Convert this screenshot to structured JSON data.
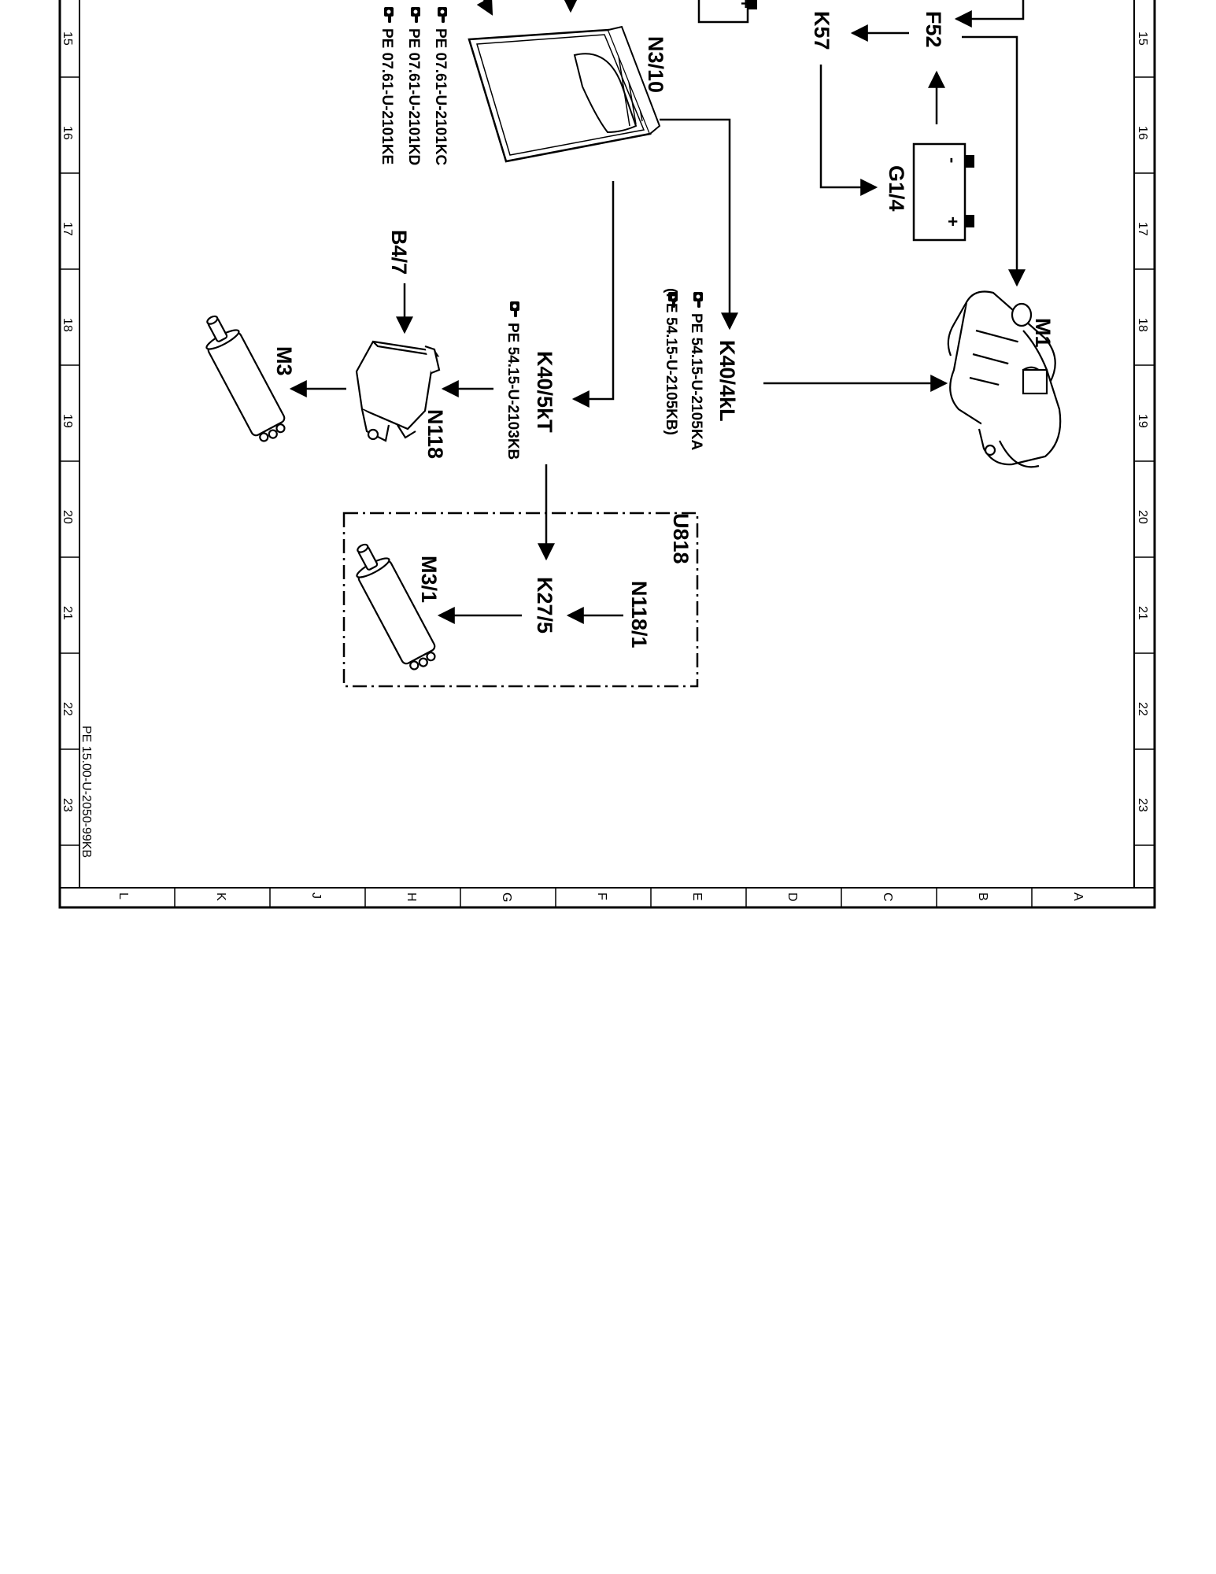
{
  "frame": {
    "row_numbers": [
      "15",
      "16",
      "17",
      "18",
      "19",
      "20",
      "21",
      "22",
      "23"
    ],
    "column_letters": [
      "L",
      "K",
      "J",
      "H",
      "G",
      "F",
      "E",
      "D",
      "C",
      "B",
      "A"
    ],
    "doc_number": "PE 15.00-U-2050-99KB"
  },
  "components": {
    "n3_10": "N3/10",
    "f52": "F52",
    "k57": "K57",
    "g1_4": "G1/4",
    "m1": "M1",
    "k40_4kl": "K40/4kL",
    "k40_5kt": "K40/5kT",
    "b4_7": "B4/7",
    "n118": "N118",
    "m3": "M3",
    "n118_1": "N118/1",
    "k27_5": "K27/5",
    "m3_1": "M3/1",
    "u818": "U818"
  },
  "battery_terminals": {
    "plus": "+",
    "minus": "-"
  },
  "references": {
    "n3_10_refs": [
      "PE 07.61-U-2101KC",
      "PE 07.61-U-2101KD",
      "PE 07.61-U-2101KE"
    ],
    "k40_4kl_refs": [
      "PE 54.15-U-2105KA",
      "(PE 54.15-U-2105KB)"
    ],
    "k40_5kt_ref": "PE 54.15-U-2103KB"
  },
  "icons": [
    "pointing-hand-icon"
  ],
  "colors": {
    "line": "#000000",
    "background": "#ffffff"
  }
}
